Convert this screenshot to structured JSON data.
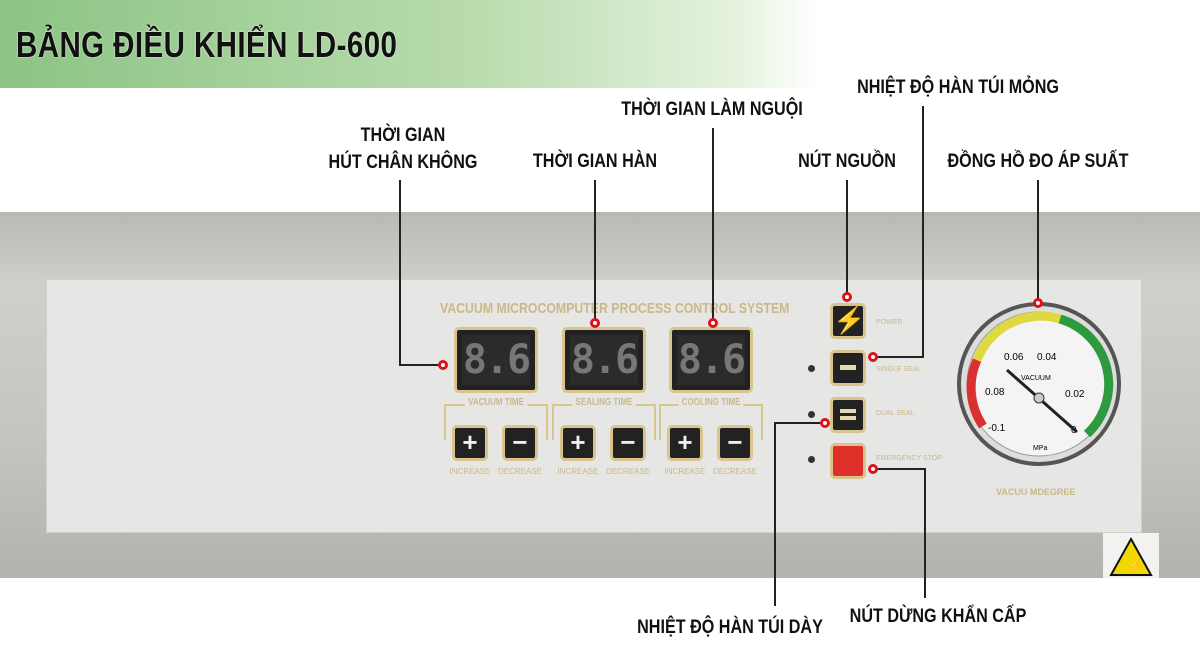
{
  "header": {
    "title": "BẢNG ĐIỀU KHIỂN LD-600"
  },
  "panel": {
    "system_title": "VACUUM MICROCOMPUTER PROCESS CONTROL SYSTEM",
    "displays": [
      {
        "label": "VACUUM TIME",
        "value": "8.6"
      },
      {
        "label": "SEALING TIME",
        "value": "8.6"
      },
      {
        "label": "COOLING TIME",
        "value": "8.6"
      }
    ],
    "increase": "INCREASE",
    "decrease": "DECREASE",
    "plus": "+",
    "minus": "−",
    "power": "POWER",
    "single_seal": "SINGLE SEAL",
    "dual_seal": "DUAL SEAL",
    "emergency_stop": "EMERGENCY  STOP",
    "gauge": {
      "ticks": [
        "0.06",
        "0.04",
        "0.08",
        "0.02",
        "-0.1",
        "0"
      ],
      "center_label": "VACUUM",
      "unit": "MPa",
      "caption": "VACUU MDEGREE"
    }
  },
  "callouts": {
    "vacuum_time_1": "THỜI GIAN",
    "vacuum_time_2": "HÚT CHÂN KHÔNG",
    "sealing_time": "THỜI GIAN HÀN",
    "cooling_time": "THỜI GIAN LÀM NGUỘI",
    "power": "NÚT NGUỒN",
    "thin_seal": "NHIỆT ĐỘ HÀN TÚI MỎNG",
    "gauge": "ĐỒNG HỒ ĐO ÁP SUẤT",
    "thick_seal": "NHIỆT ĐỘ HÀN TÚI DÀY",
    "emergency": "NÚT DỪNG KHẨN CẤP"
  }
}
